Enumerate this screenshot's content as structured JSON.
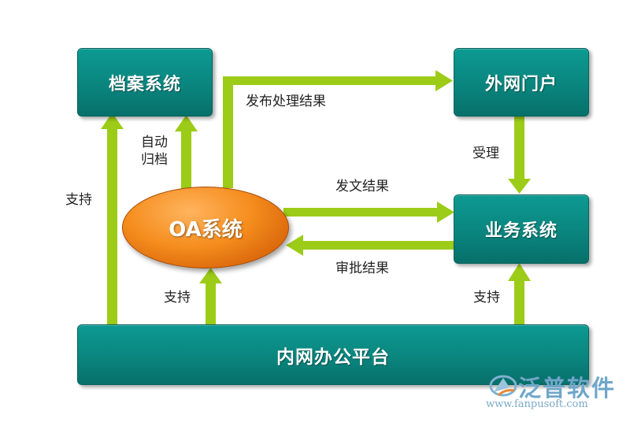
{
  "nodes": {
    "archive": "档案系统",
    "portal": "外网门户",
    "oa": "OA系统",
    "business": "业务系统",
    "platform": "内网办公平台"
  },
  "edges": {
    "publish_result": "发布处理结果",
    "auto_archive": "自动归档",
    "accept": "受理",
    "doc_result": "发文结果",
    "approval_result": "审批结果",
    "support_left": "支持",
    "support_oa": "支持",
    "support_business": "支持"
  },
  "watermark": {
    "brand": "泛普软件",
    "url": "www.fanpusoft.com"
  },
  "colors": {
    "box": "#0a857e",
    "arrow": "#9ccc18",
    "oa": "#f58d1e"
  }
}
